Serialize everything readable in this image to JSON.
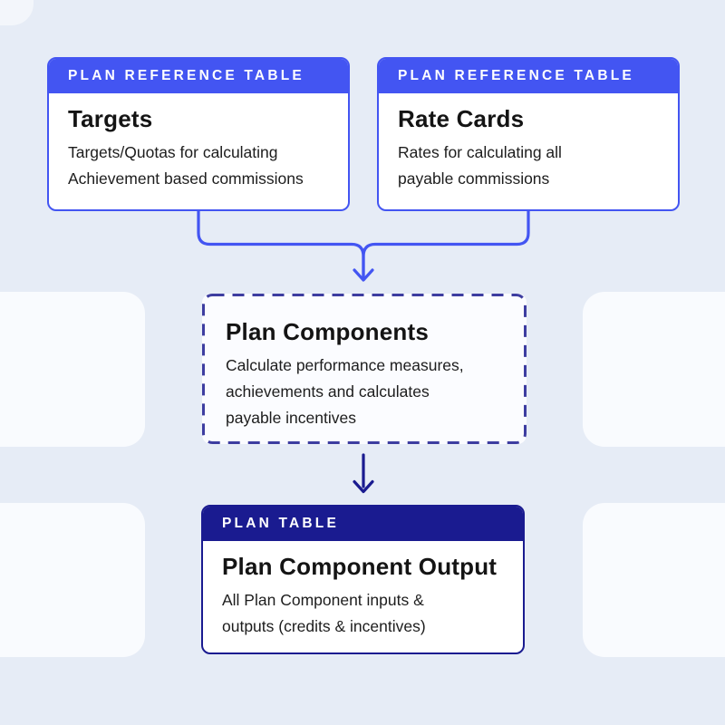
{
  "colors": {
    "background": "#e6ecf6",
    "accent_blue": "#4355f2",
    "accent_navy": "#1a1b90",
    "dashed_border": "#3d3da0",
    "edge_panel_tint": "#f9fbfe"
  },
  "diagram": {
    "targets_card": {
      "badge": "PLAN REFERENCE TABLE",
      "title": "Targets",
      "description": "Targets/Quotas for calculating\nAchievement based commissions"
    },
    "rate_cards_card": {
      "badge": "PLAN REFERENCE TABLE",
      "title": "Rate Cards",
      "description": "Rates for calculating all\npayable commissions"
    },
    "plan_components_box": {
      "title": "Plan Components",
      "description": "Calculate performance measures,\nachievements and calculates\npayable incentives"
    },
    "plan_output_card": {
      "badge": "PLAN TABLE",
      "title": "Plan Component Output",
      "description": "All Plan Component inputs &\noutputs (credits & incentives)"
    }
  }
}
